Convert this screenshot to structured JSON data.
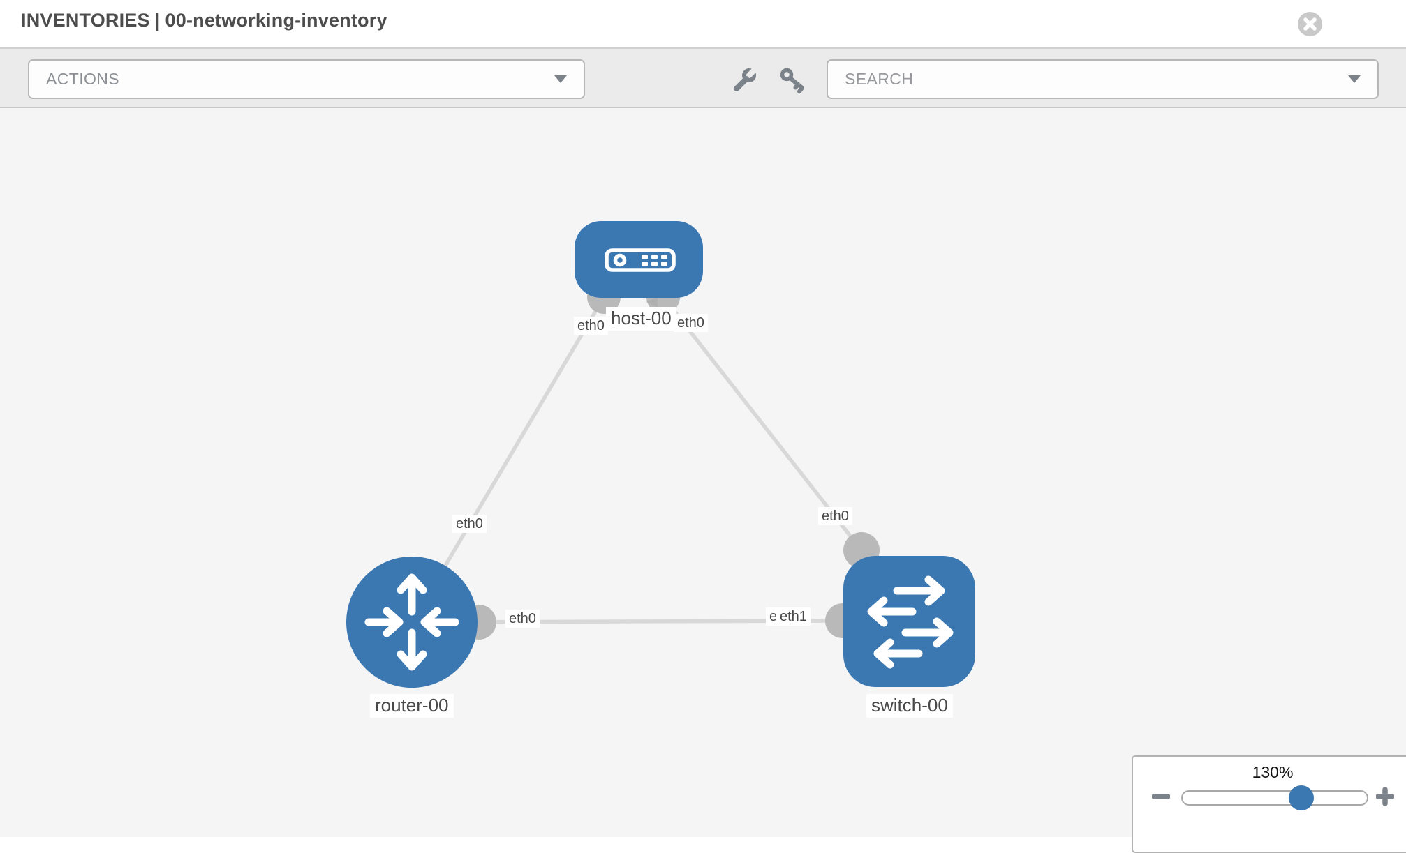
{
  "header": {
    "title_section": "INVENTORIES",
    "title_separator": "|",
    "title_item": "00-networking-inventory"
  },
  "toolbar": {
    "actions_label": "ACTIONS",
    "search_placeholder": "SEARCH",
    "icons": [
      "wrench-icon",
      "key-icon"
    ]
  },
  "topology": {
    "nodes": {
      "host": {
        "label": "host-00",
        "type": "host"
      },
      "router": {
        "label": "router-00",
        "type": "router"
      },
      "switch": {
        "label": "switch-00",
        "type": "switch"
      }
    },
    "links": [
      {
        "from": "router-00",
        "to": "host-00"
      },
      {
        "from": "host-00",
        "to": "switch-00"
      },
      {
        "from": "router-00",
        "to": "switch-00"
      }
    ],
    "interfaces": {
      "host_left": "eth0",
      "host_right": "eth0",
      "router_host_mid": "eth0",
      "host_switch_mid": "eth0",
      "router_side": "eth0",
      "switch_side_back": "eth0",
      "switch_side": "eth1"
    }
  },
  "zoom_control": {
    "level": "130%"
  },
  "colors": {
    "node_blue": "#3b78b2",
    "link_gray": "#d8d8d8",
    "connector_gray": "#b9b9b9",
    "canvas_bg": "#f5f5f5",
    "toolbar_bg": "#ebebeb",
    "icon_gray": "#7b8289"
  }
}
